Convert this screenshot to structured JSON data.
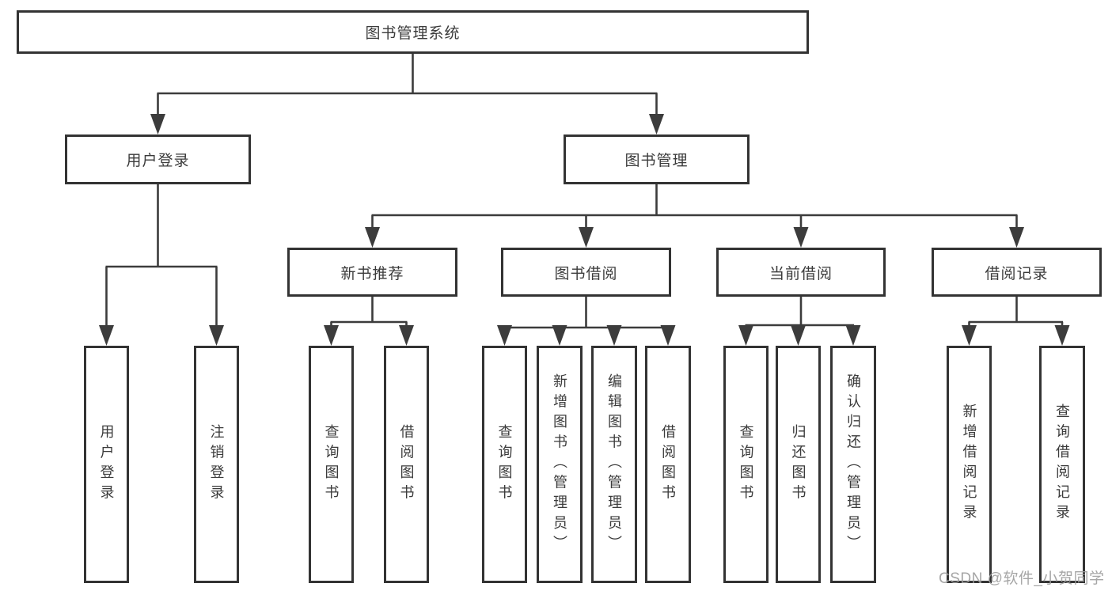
{
  "diagram": {
    "root": "图书管理系统",
    "level2": {
      "user_login": "用户登录",
      "book_mgmt": "图书管理"
    },
    "level3": {
      "new_book_rec": "新书推荐",
      "book_borrow": "图书借阅",
      "current_borrow": "当前借阅",
      "borrow_records": "借阅记录"
    },
    "leaves": {
      "user_login": "用户登录",
      "logout": "注销登录",
      "rec_query_books": "查询图书",
      "rec_borrow_books": "借阅图书",
      "bb_query_books": "查询图书",
      "bb_add_books": "新增图书（管理员）",
      "bb_edit_books": "编辑图书（管理员）",
      "bb_borrow_books": "借阅图书",
      "cb_query_books": "查询图书",
      "cb_return_books": "归还图书",
      "cb_confirm_return": "确认归还（管理员）",
      "br_add_record": "新增借阅记录",
      "br_query_record": "查询借阅记录"
    }
  },
  "watermark": "CSDN @软件_小贺同学",
  "colors": {
    "line": "#3c3c3c",
    "box_border": "#333333",
    "box_background": "#ffffff",
    "watermark": "#9e9e9e"
  }
}
